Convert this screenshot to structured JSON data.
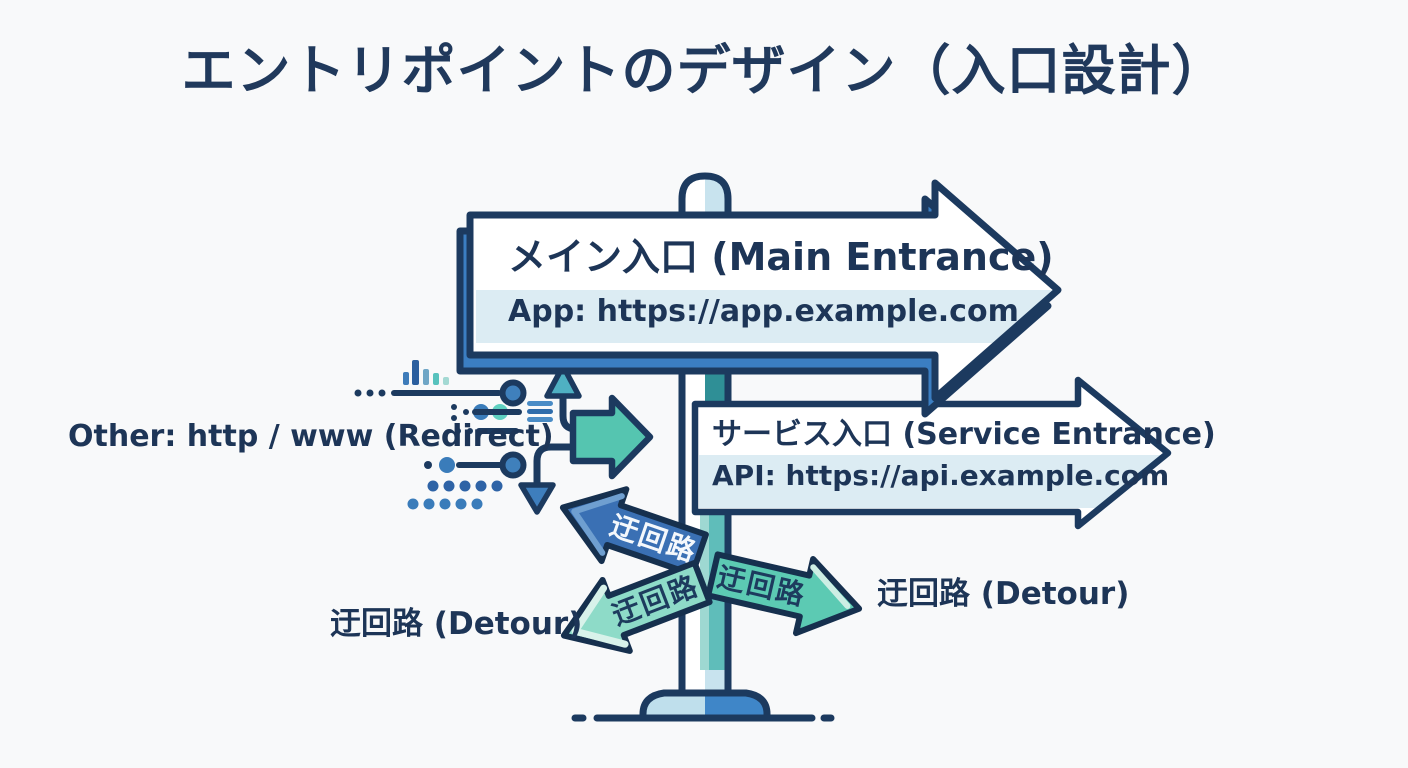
{
  "title": "エントリポイントのデザイン（入口設計）",
  "main_sign": {
    "label": "メイン入口 (Main Entrance)",
    "url": "App: https://app.example.com"
  },
  "service_sign": {
    "label": "サービス入口 (Service Entrance)",
    "url": "API: https://api.example.com"
  },
  "redirect": {
    "label": "Other: http / www (Redirect)"
  },
  "detour": {
    "sign_text": "迂回路",
    "left_label": "迂回路 (Detour)",
    "right_label": "迂回路 (Detour)"
  },
  "colors": {
    "background": "#f8f9fa",
    "ink_navy": "#1c3a5f",
    "text_navy": "#1d3557",
    "sign_face": "#ffffff",
    "sign_band": "#dcecf3",
    "sign_edge_blue": "#3b7ec2",
    "post_light_blue": "#c8e3ee",
    "post_teal_dark": "#2f8f96",
    "post_teal": "#5fbdba",
    "base_blue": "#3f86c8",
    "detour_blue": "#3a70b4",
    "detour_green_light": "#8edbc8",
    "detour_green": "#5ccab3",
    "flow_teal": "#55c5b0",
    "flow_blue": "#3f80bc"
  }
}
